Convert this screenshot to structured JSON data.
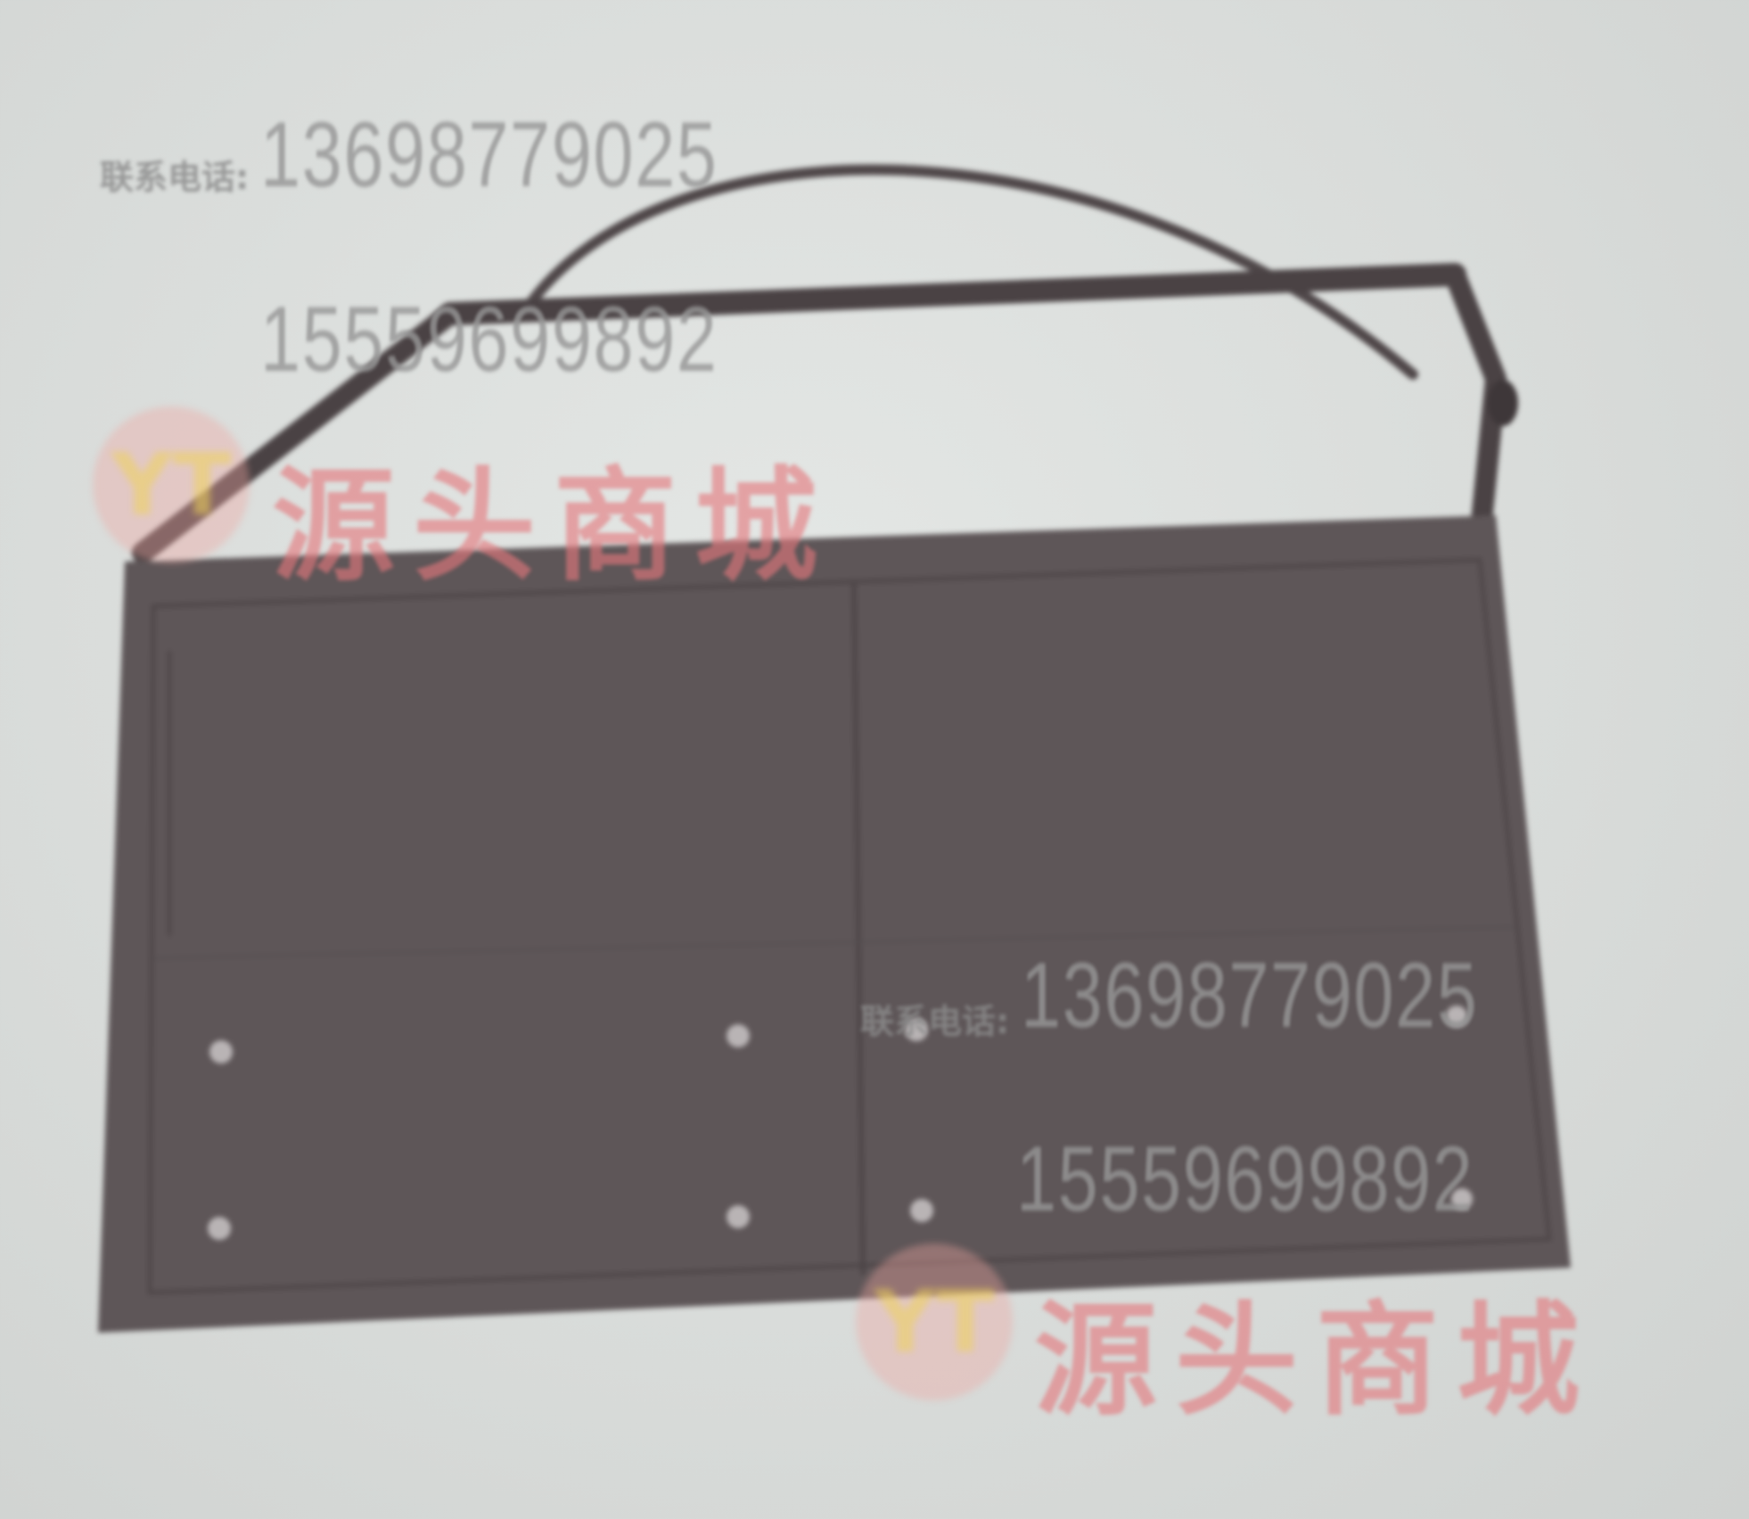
{
  "watermarks": {
    "phone_label": "联系电话:",
    "phone_primary": "13698779025",
    "phone_secondary": "15559699892",
    "brand_name": "源头商城",
    "logo_letters": "YT"
  },
  "colors": {
    "background": "#dcdfdd",
    "plate": "#5e5658",
    "frame": "#4a4244",
    "brand_red": "#e4787d",
    "logo_yellow": "#ecd25a"
  }
}
